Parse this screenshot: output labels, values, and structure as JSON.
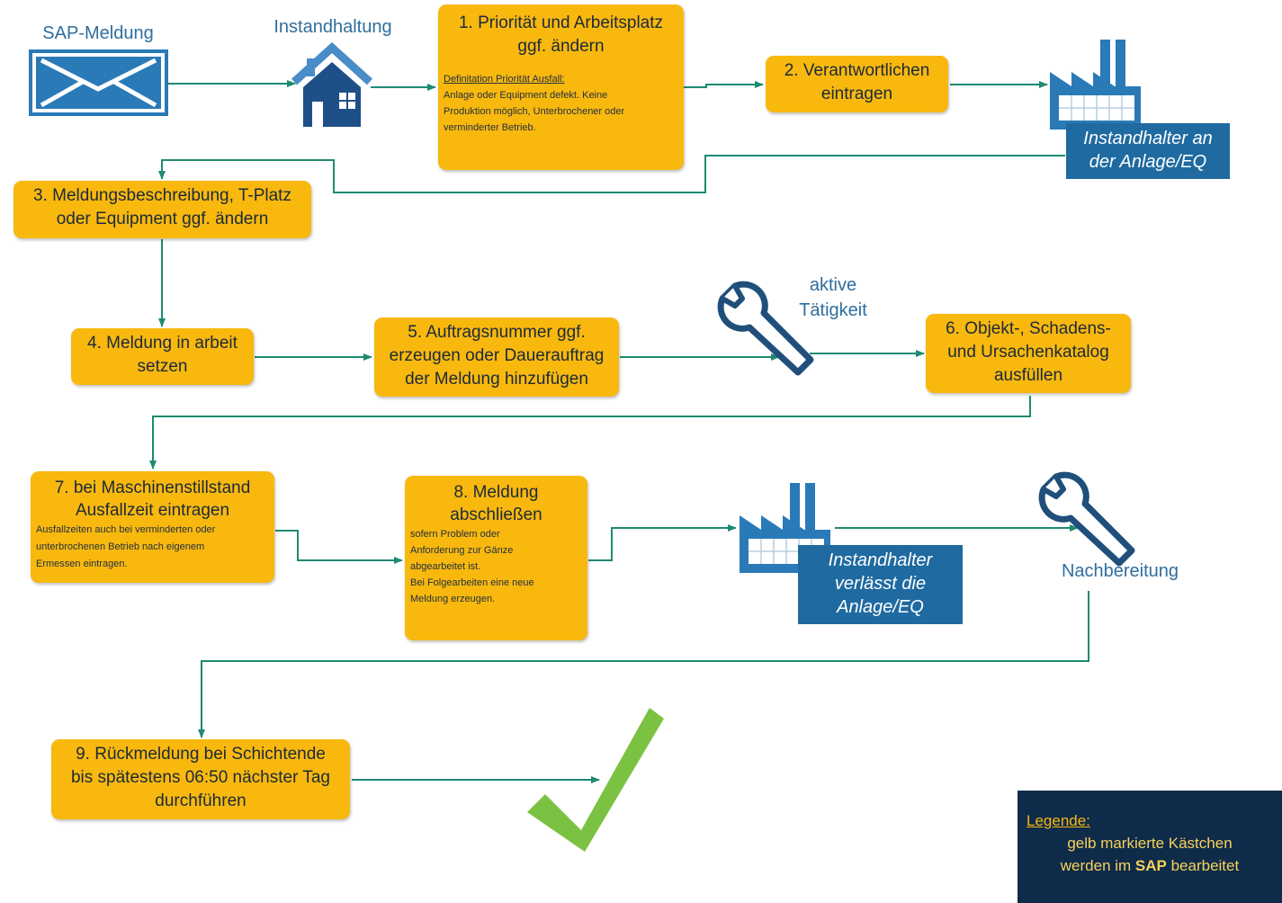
{
  "labels": {
    "sap_meldung": "SAP-Meldung",
    "instandhaltung": "Instandhaltung",
    "aktive_taetigkeit_1": "aktive",
    "aktive_taetigkeit_2": "Tätigkeit",
    "nachbereitung": "Nachbereitung"
  },
  "steps": {
    "s1_title_1": "1. Priorität und Arbeitsplatz",
    "s1_title_2": "ggf. ändern",
    "s1_note_head": "Definitation  Priorität Ausfall:",
    "s1_note_1": "Anlage oder Equipment defekt. Keine",
    "s1_note_2": "Produktion möglich, Unterbrochener oder",
    "s1_note_3": "verminderter Betrieb.",
    "s2_1": "2. Verantwortlichen",
    "s2_2": "eintragen",
    "s3_1": "3. Meldungsbeschreibung, T-Platz",
    "s3_2": "oder Equipment  ggf. ändern",
    "s4_1": "4. Meldung in arbeit",
    "s4_2": "setzen",
    "s5_1": "5. Auftragsnummer ggf.",
    "s5_2": "erzeugen oder Dauerauftrag",
    "s5_3": "der Meldung hinzufügen",
    "s6_1": "6. Objekt-, Schadens-",
    "s6_2": "und Ursachenkatalog",
    "s6_3": "ausfüllen",
    "s7_1": "7. bei Maschinenstillstand",
    "s7_2": "Ausfallzeit eintragen",
    "s7_note_1": "Ausfallzeiten auch bei verminderten oder",
    "s7_note_2": "unterbrochenen Betrieb nach eigenem",
    "s7_note_3": "Ermessen eintragen.",
    "s8_1": "8. Meldung",
    "s8_2": "abschließen",
    "s8_note_1": "sofern Problem oder",
    "s8_note_2": "Anforderung zur Gänze",
    "s8_note_3": "abgearbeitet ist.",
    "s8_note_4": "Bei Folgearbeiten eine neue",
    "s8_note_5": "Meldung erzeugen.",
    "s9_1": "9. Rückmeldung bei Schichtende",
    "s9_2": "bis spätestens 06:50 nächster Tag",
    "s9_3": "durchführen"
  },
  "blue": {
    "arrive_1": "Instandhalter an",
    "arrive_2": "der Anlage/EQ",
    "leave_1": "Instandhalter",
    "leave_2": "verlässt die",
    "leave_3": "Anlage/EQ"
  },
  "legend": {
    "title": "Legende:",
    "line_1": "gelb markierte Kästchen",
    "line_2_pre": "werden im ",
    "line_2_bold": "SAP",
    "line_2_post": " bearbeitet"
  },
  "colors": {
    "box": "#f8b80e",
    "connector": "#1e8a72",
    "icon_blue": "#1f6aa0",
    "legend_bg": "#0f2b4a",
    "check": "#7cc242"
  }
}
